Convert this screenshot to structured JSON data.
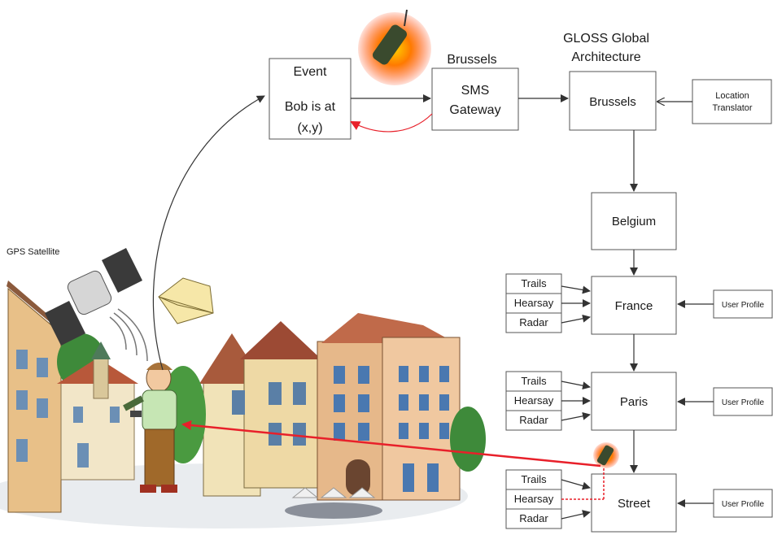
{
  "gps_label": "GPS Satellite",
  "event_box": {
    "title": "Event",
    "line1": "Bob is at",
    "line2": "(x,y)"
  },
  "sms": {
    "caption": "Brussels",
    "line1": "SMS",
    "line2": "Gateway"
  },
  "architecture": {
    "title_line1": "GLOSS Global",
    "title_line2": "Architecture",
    "root": "Brussels",
    "location_translator_line1": "Location",
    "location_translator_line2": "Translator",
    "country": "Belgium",
    "levels": [
      {
        "name": "France",
        "sources": [
          "Trails",
          "Hearsay",
          "Radar"
        ],
        "profile": "User Profile"
      },
      {
        "name": "Paris",
        "sources": [
          "Trails",
          "Hearsay",
          "Radar"
        ],
        "profile": "User Profile"
      },
      {
        "name": "Street",
        "sources": [
          "Trails",
          "Hearsay",
          "Radar"
        ],
        "profile": "User Profile"
      }
    ]
  },
  "colors": {
    "event_flow": "#e8202a",
    "box_border": "#555555",
    "arrows": "#333333"
  }
}
